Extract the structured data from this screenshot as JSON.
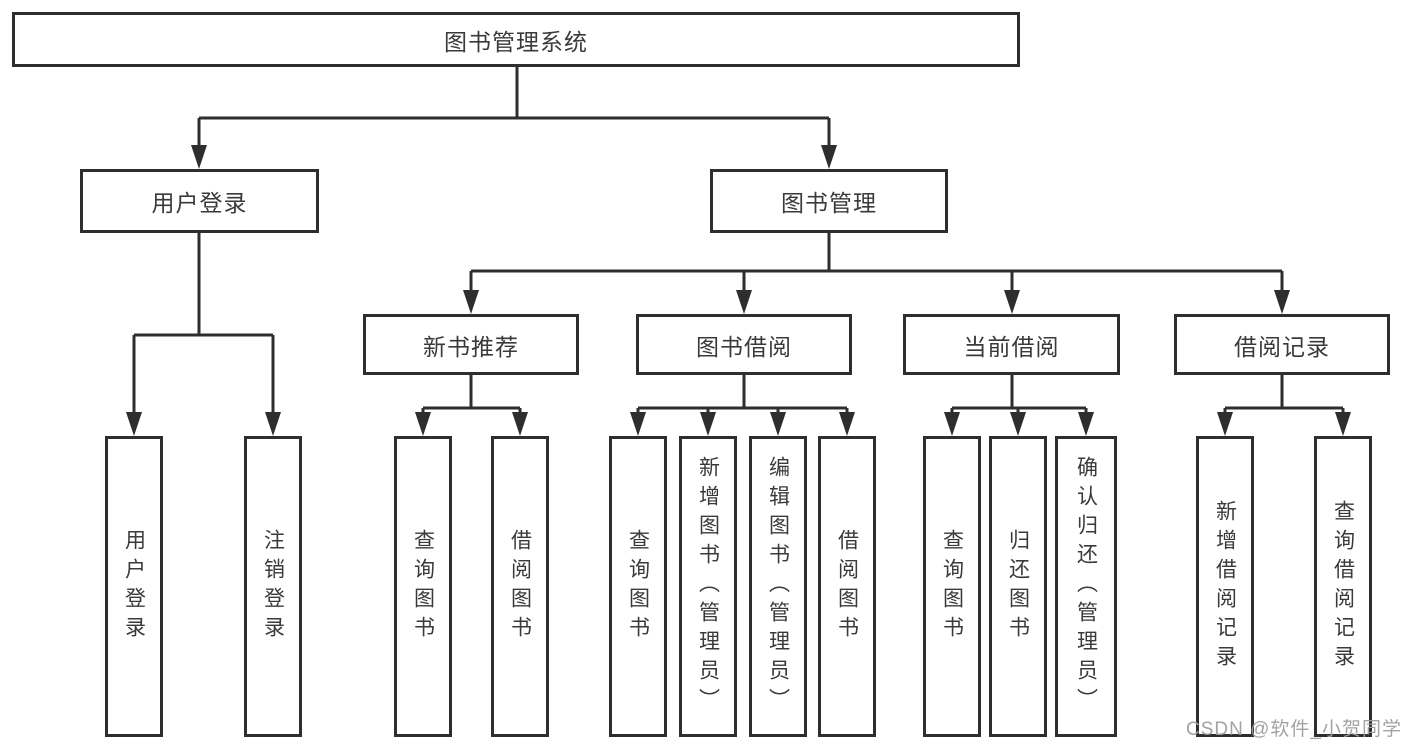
{
  "colors": {
    "line": "#2e2e2e",
    "text": "#3a3a3a",
    "background": "#ffffff",
    "watermark": "#9e9e9e"
  },
  "watermark": {
    "text": "CSDN @软件_小贺同学"
  },
  "diagram": {
    "root": {
      "label": "图书管理系统"
    },
    "branches": [
      {
        "label": "用户登录",
        "children": [
          {
            "label": "用户登录"
          },
          {
            "label": "注销登录"
          }
        ]
      },
      {
        "label": "图书管理",
        "children": [
          {
            "label": "新书推荐",
            "children": [
              {
                "label": "查询图书"
              },
              {
                "label": "借阅图书"
              }
            ]
          },
          {
            "label": "图书借阅",
            "children": [
              {
                "label": "查询图书"
              },
              {
                "label": "新增图书（管理员）"
              },
              {
                "label": "编辑图书（管理员）"
              },
              {
                "label": "借阅图书"
              }
            ]
          },
          {
            "label": "当前借阅",
            "children": [
              {
                "label": "查询图书"
              },
              {
                "label": "归还图书"
              },
              {
                "label": "确认归还（管理员）"
              }
            ]
          },
          {
            "label": "借阅记录",
            "children": [
              {
                "label": "新增借阅记录"
              },
              {
                "label": "查询借阅记录"
              }
            ]
          }
        ]
      }
    ]
  }
}
